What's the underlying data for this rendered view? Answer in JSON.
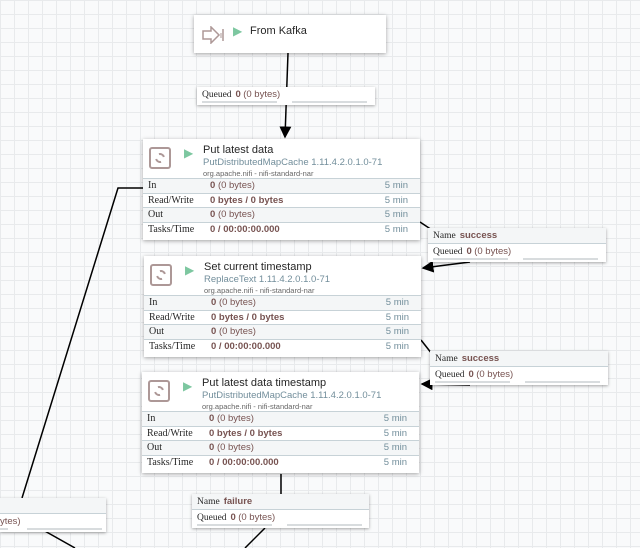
{
  "input_port": {
    "name": "From Kafka",
    "status": "running",
    "icon": "input-port-icon",
    "queued_label": "Queued",
    "queued_count": "0",
    "queued_size": "(0 bytes)"
  },
  "processors": [
    {
      "name": "Put latest data",
      "type": "PutDistributedMapCache 1.11.4.2.0.1.0-71",
      "bundle": "org.apache.nifi - nifi-standard-nar",
      "stats": [
        {
          "label": "In",
          "count": "0",
          "value": "(0 bytes)",
          "window": "5 min"
        },
        {
          "label": "Read/Write",
          "value": "0 bytes / 0 bytes",
          "window": "5 min"
        },
        {
          "label": "Out",
          "count": "0",
          "value": "(0 bytes)",
          "window": "5 min"
        },
        {
          "label": "Tasks/Time",
          "value": "0 / 00:00:00.000",
          "window": "5 min"
        }
      ]
    },
    {
      "name": "Set current timestamp",
      "type": "ReplaceText 1.11.4.2.0.1.0-71",
      "bundle": "org.apache.nifi - nifi-standard-nar",
      "stats": [
        {
          "label": "In",
          "count": "0",
          "value": "(0 bytes)",
          "window": "5 min"
        },
        {
          "label": "Read/Write",
          "value": "0 bytes / 0 bytes",
          "window": "5 min"
        },
        {
          "label": "Out",
          "count": "0",
          "value": "(0 bytes)",
          "window": "5 min"
        },
        {
          "label": "Tasks/Time",
          "value": "0 / 00:00:00.000",
          "window": "5 min"
        }
      ]
    },
    {
      "name": "Put latest data timestamp",
      "type": "PutDistributedMapCache 1.11.4.2.0.1.0-71",
      "bundle": "org.apache.nifi - nifi-standard-nar",
      "stats": [
        {
          "label": "In",
          "count": "0",
          "value": "(0 bytes)",
          "window": "5 min"
        },
        {
          "label": "Read/Write",
          "value": "0 bytes / 0 bytes",
          "window": "5 min"
        },
        {
          "label": "Out",
          "count": "0",
          "value": "(0 bytes)",
          "window": "5 min"
        },
        {
          "label": "Tasks/Time",
          "value": "0 / 00:00:00.000",
          "window": "5 min"
        }
      ]
    }
  ],
  "connections": [
    {
      "name_label": "Name",
      "name": "success",
      "queued_label": "Queued",
      "count": "0",
      "size": "(0 bytes)"
    },
    {
      "name_label": "Name",
      "name": "success",
      "queued_label": "Queued",
      "count": "0",
      "size": "(0 bytes)"
    },
    {
      "name_label": "Name",
      "name": "failure",
      "queued_label": "Queued",
      "count": "0",
      "size": "(0 bytes)"
    },
    {
      "partial_size": "ytes)"
    }
  ]
}
